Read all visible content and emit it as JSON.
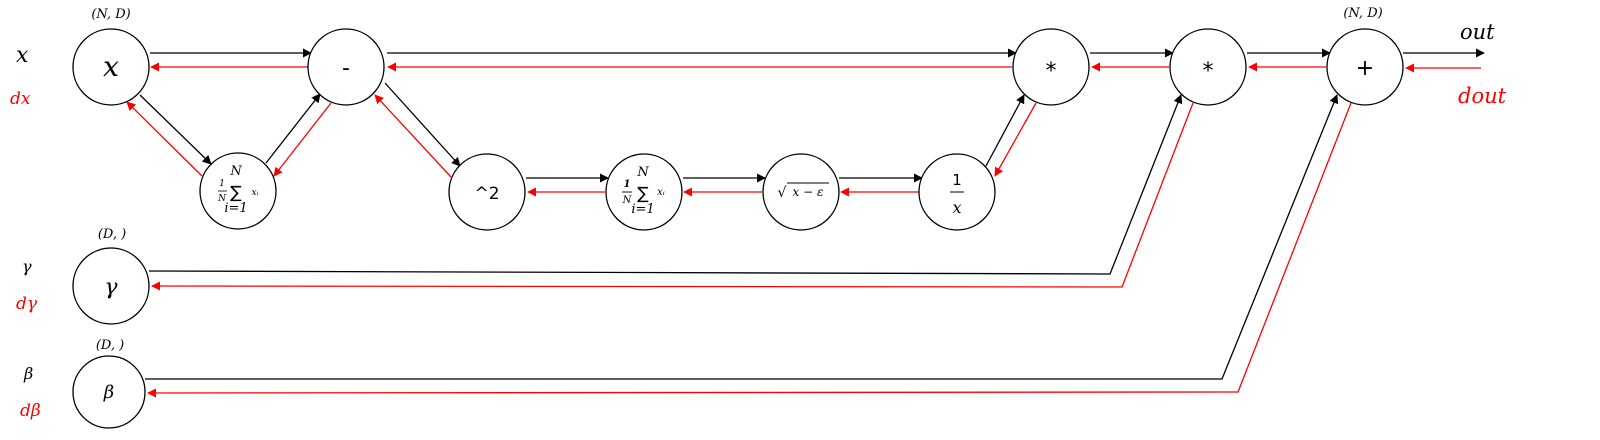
{
  "labels": {
    "x": "x",
    "dx": "dx",
    "gamma": "γ",
    "dgamma": "dγ",
    "beta": "β",
    "dbeta": "dβ",
    "out": "out",
    "dout": "dout"
  },
  "shapes": {
    "x": "(N, D)",
    "gamma": "(D, )",
    "beta": "(D, )",
    "out": "(N, D)"
  },
  "nodes": {
    "x": "x",
    "mean": "1/N ∑ xᵢ",
    "mean_sum_upper": "N",
    "mean_sum_lower": "i=1",
    "mean_frac_num": "1",
    "mean_frac_den": "N",
    "mean_sum": "∑",
    "mean_var": "xᵢ",
    "sub": "-",
    "sq": "^2",
    "var_mean_frac_num": "1",
    "var_mean_frac_den": "N",
    "var_mean_sum": "∑",
    "var_mean_upper": "N",
    "var_mean_lower": "i=1",
    "var_mean_var": "xᵢ",
    "sqrt": "√x − ε",
    "sqrt_radical": "√",
    "sqrt_body": "x − ε",
    "inv_num": "1",
    "inv_den": "x",
    "mul1": "*",
    "mul2": "*",
    "add": "+",
    "gamma": "γ",
    "beta": "β"
  },
  "colors": {
    "forward": "#000000",
    "backward": "#ff0000"
  }
}
